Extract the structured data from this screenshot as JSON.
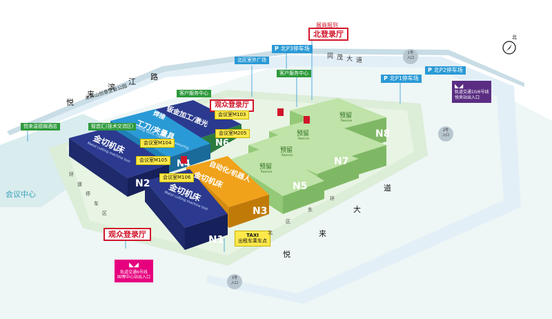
{
  "halls": [
    {
      "id": "N1",
      "name": "N1",
      "title": "金切机床",
      "subtitle": "Metal cutting machine tool"
    },
    {
      "id": "N2",
      "name": "N2",
      "title": "金切机床",
      "subtitle": "Metal cutting machine tool"
    },
    {
      "id": "N3",
      "name": "N3",
      "title": "金切机床",
      "subtitle": ""
    },
    {
      "id": "N4",
      "name": "N4",
      "title": "工刀/夹量具",
      "subtitle": "Cutting tools, clamping measuring"
    },
    {
      "id": "N5",
      "name": "N5",
      "title": "预留",
      "subtitle": "Reserve"
    },
    {
      "id": "N6",
      "name": "N6",
      "title": "钣金加工/激光",
      "subtitle": ""
    },
    {
      "id": "N7",
      "name": "N7",
      "title": "预留",
      "subtitle": "Reserve"
    },
    {
      "id": "N8",
      "name": "N8",
      "title": "预留",
      "subtitle": "Reserve"
    },
    {
      "id": "N9",
      "name": "",
      "title": "预留",
      "subtitle": "Reserve"
    }
  ],
  "extra_labels": {
    "automation": "自动化/机器人",
    "n6_small": "焊接"
  },
  "registration": {
    "north_caption": "展商报到",
    "north": "北登录厅",
    "visitor_top": "观众登录厅",
    "visitor_bottom": "观众登录厅"
  },
  "service": {
    "customer_top": "客户服务中心",
    "customer_right": "客户服务中心",
    "smart": "智造汇(技术交流区)",
    "north_plaza": "北区室外广场"
  },
  "parking": [
    {
      "id": "p3",
      "letter": "P",
      "label": "北P3停车场"
    },
    {
      "id": "p2",
      "letter": "P",
      "label": "北P2停车场"
    },
    {
      "id": "p1",
      "letter": "P",
      "label": "北P1停车场"
    }
  ],
  "meeting_rooms": [
    "会议室M103",
    "会议室M104",
    "会议室M105",
    "会议室M106",
    "会议室M205"
  ],
  "taxi": {
    "title": "TAXI",
    "label": "出租车乘车点"
  },
  "metro_purple": {
    "line1": "轨道交通10/6号线",
    "line2": "悦来站出入口"
  },
  "metro_magenta": {
    "line1": "轨道交通6号线",
    "line2": "国博中心站出入口"
  },
  "hotel": "悦来温德姆酒店",
  "conference": "会议中心",
  "roads": {
    "tongmao": [
      "同",
      "茂",
      "大",
      "道"
    ],
    "binjiang": [
      "悦",
      "来",
      "滨",
      "江",
      "路"
    ],
    "yuelai": [
      "悦",
      "来",
      "大",
      "道"
    ],
    "park": "未来山创意企业公园",
    "huandao": [
      "环",
      "道",
      "停",
      "车",
      "区"
    ],
    "east": [
      "北",
      "区",
      "东",
      "环"
    ]
  },
  "gates": [
    {
      "id": "g1",
      "number": "1号",
      "label": "入口"
    },
    {
      "id": "g2",
      "number": "2号",
      "label": "入口"
    },
    {
      "id": "g3",
      "number": "3号",
      "label": "入口"
    }
  ],
  "compass": "北",
  "colors": {
    "navy": "#2b3a8f",
    "blue": "#2a9ad6",
    "orange": "#f0a21a",
    "green": "#2e9a3c",
    "red": "#d0152a",
    "reserve": "#a7d58a"
  }
}
